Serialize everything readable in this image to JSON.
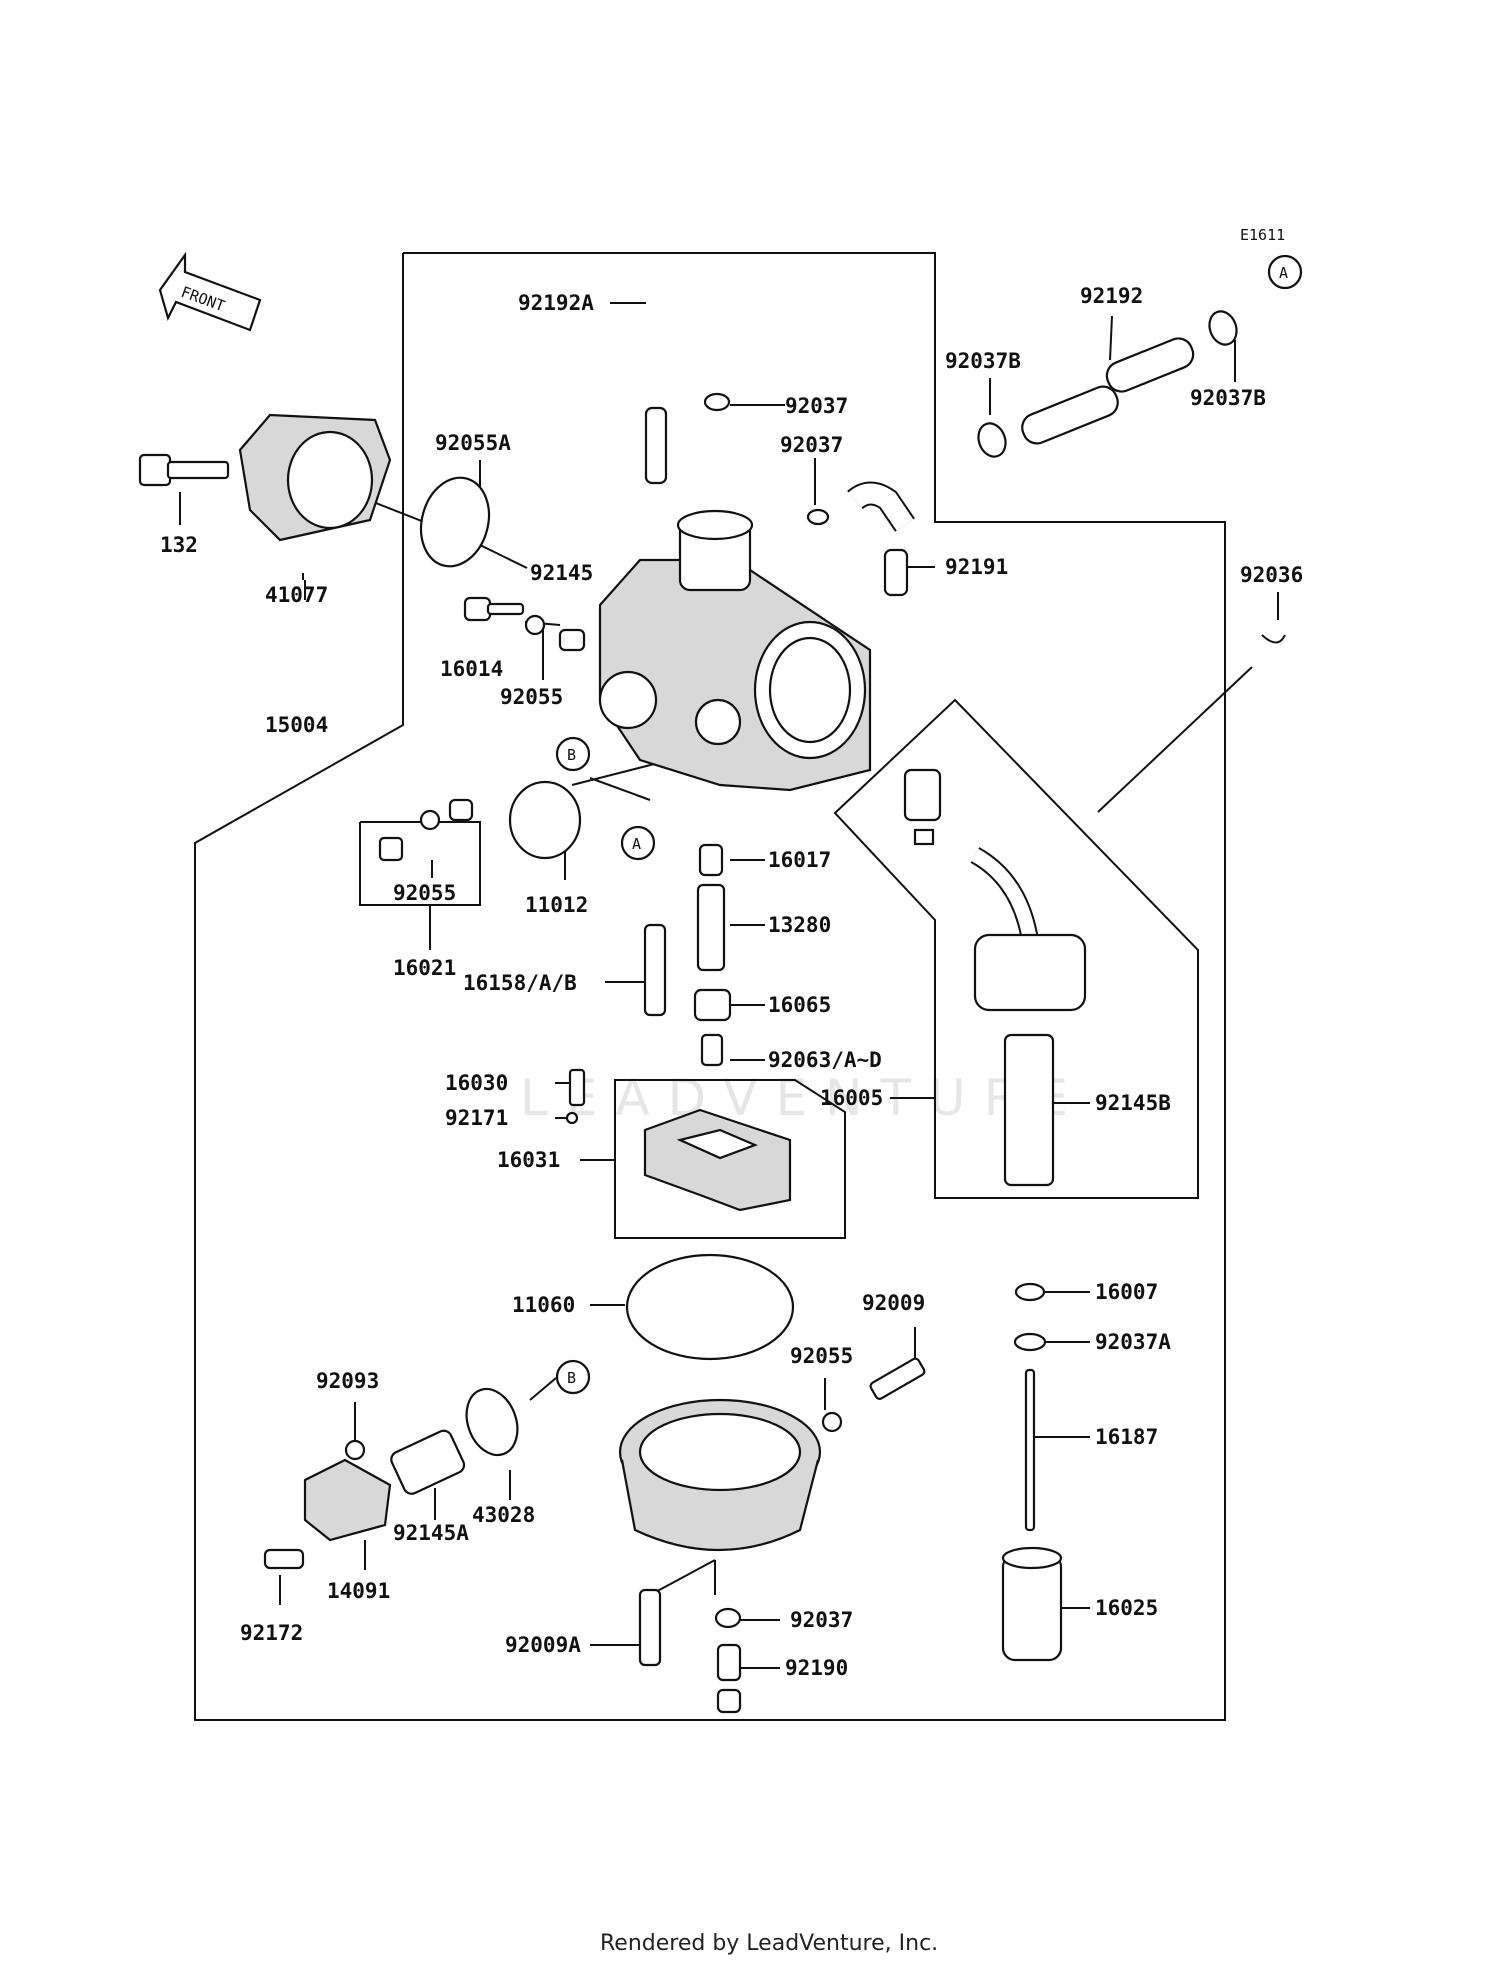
{
  "diagram_id": "E1611",
  "front_label": "FRONT",
  "watermark": "LEADVENTURE",
  "footer": "Rendered by LeadVenture, Inc.",
  "callouts": [
    "A",
    "B"
  ],
  "part_labels": [
    "92192A",
    "92037",
    "92037",
    "92191",
    "92192",
    "92037B",
    "92037B",
    "92055A",
    "92145",
    "16014",
    "92055",
    "132",
    "41077",
    "15004",
    "92036",
    "92055",
    "16021",
    "11012",
    "16017",
    "13280",
    "16158/A/B",
    "16065",
    "92063/A~D",
    "16030",
    "92171",
    "16031",
    "16005",
    "92145B",
    "11060",
    "92009",
    "92055",
    "16007",
    "92037A",
    "16187",
    "92093",
    "43028",
    "92145A",
    "14091",
    "92172",
    "92009A",
    "92037",
    "92190",
    "16025"
  ]
}
